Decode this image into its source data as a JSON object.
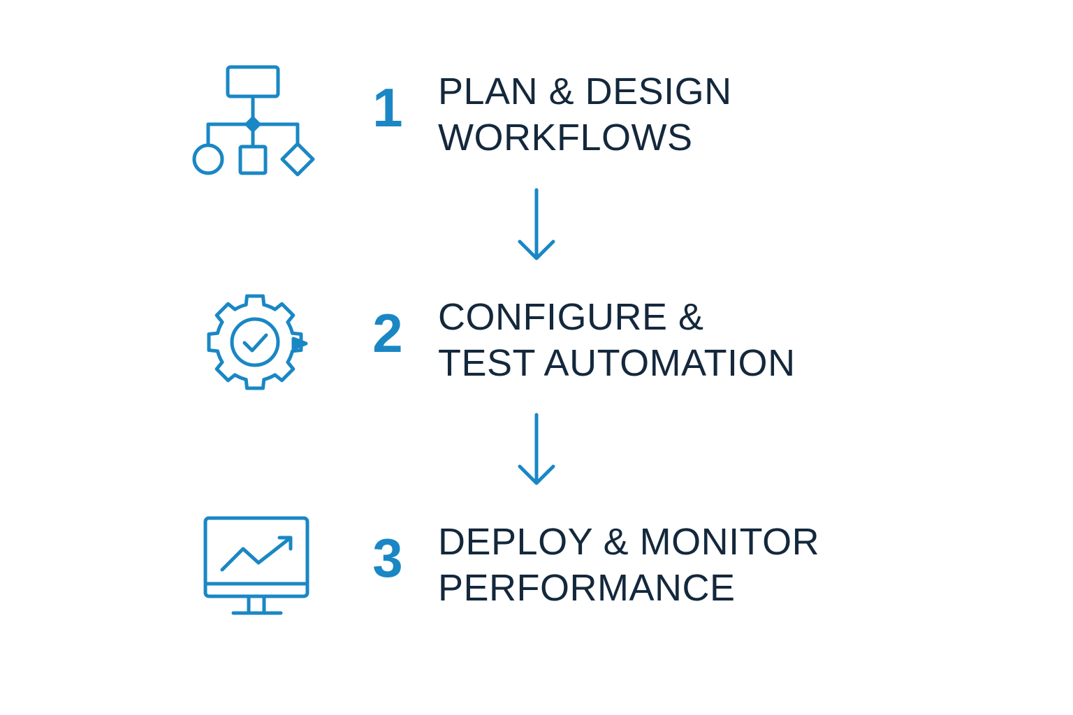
{
  "accent_color": "#1a87c4",
  "text_color": "#14283c",
  "steps": [
    {
      "number": "1",
      "title_line1": "PLAN & DESIGN",
      "title_line2": "WORKFLOWS",
      "icon": "flowchart-icon"
    },
    {
      "number": "2",
      "title_line1": "CONFIGURE &",
      "title_line2": "TEST AUTOMATION",
      "icon": "gear-check-icon"
    },
    {
      "number": "3",
      "title_line1": "DEPLOY & MONITOR",
      "title_line2": "PERFORMANCE",
      "icon": "monitor-chart-icon"
    }
  ],
  "connectors": [
    {
      "icon": "arrow-down-icon"
    },
    {
      "icon": "arrow-down-icon"
    }
  ]
}
